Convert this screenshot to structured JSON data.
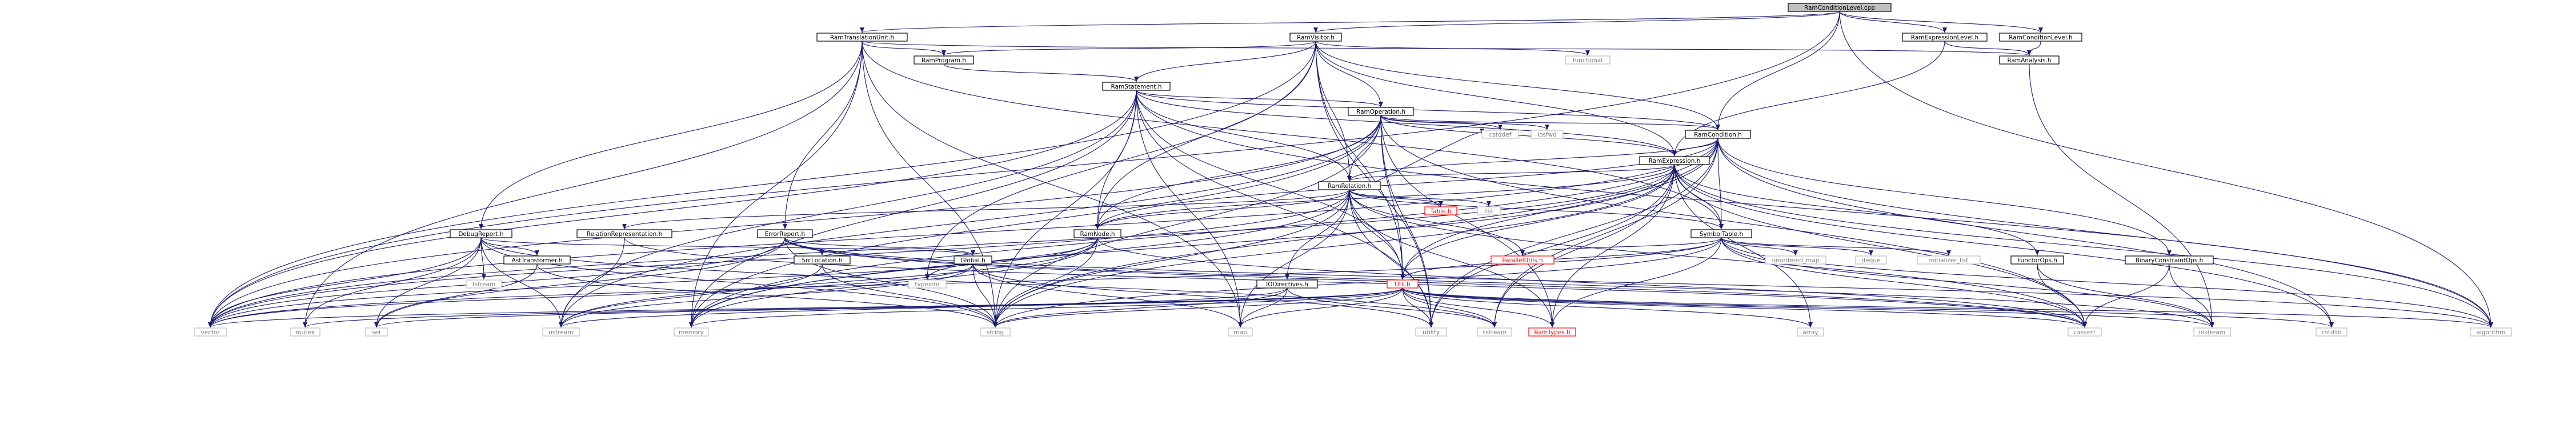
{
  "colors": {
    "edge": "#191970",
    "default_border": "#000000",
    "default_fill": "#ffffff",
    "default_text": "#000000",
    "root_fill": "#bfbfbf",
    "std_border": "#bfbfbf",
    "std_text": "#7a7a7a",
    "truncated_border": "#ff0000",
    "truncated_text": "#ff0000"
  },
  "nodes": [
    {
      "id": "root",
      "label": "RamConditionLevel.cpp",
      "kind": "root"
    },
    {
      "id": "RamVisitor",
      "label": "RamVisitor.h",
      "kind": "default"
    },
    {
      "id": "RamTranslationUnit",
      "label": "RamTranslationUnit.h",
      "kind": "default"
    },
    {
      "id": "RamExpressionLevel",
      "label": "RamExpressionLevel.h",
      "kind": "default"
    },
    {
      "id": "RamConditionLevelH",
      "label": "RamConditionLevel.h",
      "kind": "default"
    },
    {
      "id": "RamProgram",
      "label": "RamProgram.h",
      "kind": "default"
    },
    {
      "id": "RamAnalysis",
      "label": "RamAnalysis.h",
      "kind": "default"
    },
    {
      "id": "functional",
      "label": "functional",
      "kind": "std"
    },
    {
      "id": "RamStatement",
      "label": "RamStatement.h",
      "kind": "default"
    },
    {
      "id": "RamOperation",
      "label": "RamOperation.h",
      "kind": "default"
    },
    {
      "id": "cstddef",
      "label": "cstddef",
      "kind": "std"
    },
    {
      "id": "iosfwd",
      "label": "iosfwd",
      "kind": "std"
    },
    {
      "id": "RamCondition",
      "label": "RamCondition.h",
      "kind": "default"
    },
    {
      "id": "RamExpression",
      "label": "RamExpression.h",
      "kind": "default"
    },
    {
      "id": "RamRelation",
      "label": "RamRelation.h",
      "kind": "default"
    },
    {
      "id": "DebugReport",
      "label": "DebugReport.h",
      "kind": "default"
    },
    {
      "id": "RelationRepresentation",
      "label": "RelationRepresentation.h",
      "kind": "default"
    },
    {
      "id": "ErrorReport",
      "label": "ErrorReport.h",
      "kind": "default"
    },
    {
      "id": "RamNode",
      "label": "RamNode.h",
      "kind": "default"
    },
    {
      "id": "Table",
      "label": "Table.h",
      "kind": "truncated"
    },
    {
      "id": "list",
      "label": "list",
      "kind": "std"
    },
    {
      "id": "SymbolTable",
      "label": "SymbolTable.h",
      "kind": "default"
    },
    {
      "id": "AstTransformer",
      "label": "AstTransformer.h",
      "kind": "default"
    },
    {
      "id": "fstream",
      "label": "fstream",
      "kind": "std"
    },
    {
      "id": "SrcLocation",
      "label": "SrcLocation.h",
      "kind": "default"
    },
    {
      "id": "Global",
      "label": "Global.h",
      "kind": "default"
    },
    {
      "id": "typeinfo",
      "label": "typeinfo",
      "kind": "std"
    },
    {
      "id": "IODirectives",
      "label": "IODirectives.h",
      "kind": "default"
    },
    {
      "id": "Util",
      "label": "Util.h",
      "kind": "truncated"
    },
    {
      "id": "ParallelUtils",
      "label": "ParallelUtils.h",
      "kind": "truncated"
    },
    {
      "id": "RamTypes",
      "label": "RamTypes.h",
      "kind": "truncated"
    },
    {
      "id": "unordered_map",
      "label": "unordered_map",
      "kind": "std"
    },
    {
      "id": "deque",
      "label": "deque",
      "kind": "std"
    },
    {
      "id": "initializer_list",
      "label": "initializer_list",
      "kind": "std"
    },
    {
      "id": "FunctorOps",
      "label": "FunctorOps.h",
      "kind": "default"
    },
    {
      "id": "BinaryConstraintOps",
      "label": "BinaryConstraintOps.h",
      "kind": "default"
    },
    {
      "id": "vector",
      "label": "vector",
      "kind": "std"
    },
    {
      "id": "mutex",
      "label": "mutex",
      "kind": "std"
    },
    {
      "id": "set",
      "label": "set",
      "kind": "std"
    },
    {
      "id": "ostream",
      "label": "ostream",
      "kind": "std"
    },
    {
      "id": "memory",
      "label": "memory",
      "kind": "std"
    },
    {
      "id": "string",
      "label": "string",
      "kind": "std"
    },
    {
      "id": "map",
      "label": "map",
      "kind": "std"
    },
    {
      "id": "utility",
      "label": "utility",
      "kind": "std"
    },
    {
      "id": "sstream",
      "label": "sstream",
      "kind": "std"
    },
    {
      "id": "array",
      "label": "array",
      "kind": "std"
    },
    {
      "id": "cassert",
      "label": "cassert",
      "kind": "std"
    },
    {
      "id": "iostream",
      "label": "iostream",
      "kind": "std"
    },
    {
      "id": "cstdlib",
      "label": "cstdlib",
      "kind": "std"
    },
    {
      "id": "algorithm",
      "label": "algorithm",
      "kind": "std"
    }
  ],
  "edges": [
    [
      "root",
      "RamVisitor"
    ],
    [
      "root",
      "RamTranslationUnit"
    ],
    [
      "root",
      "RamExpressionLevel"
    ],
    [
      "root",
      "RamConditionLevelH"
    ],
    [
      "root",
      "RamCondition"
    ],
    [
      "root",
      "vector"
    ],
    [
      "root",
      "algorithm"
    ],
    [
      "RamTranslationUnit",
      "RamProgram"
    ],
    [
      "RamTranslationUnit",
      "RamAnalysis"
    ],
    [
      "RamTranslationUnit",
      "DebugReport"
    ],
    [
      "RamTranslationUnit",
      "ErrorReport"
    ],
    [
      "RamTranslationUnit",
      "SymbolTable"
    ],
    [
      "RamTranslationUnit",
      "map"
    ],
    [
      "RamTranslationUnit",
      "memory"
    ],
    [
      "RamTranslationUnit",
      "string"
    ],
    [
      "RamTranslationUnit",
      "mutex"
    ],
    [
      "RamVisitor",
      "RamProgram"
    ],
    [
      "RamVisitor",
      "functional"
    ],
    [
      "RamVisitor",
      "RamStatement"
    ],
    [
      "RamVisitor",
      "RamOperation"
    ],
    [
      "RamVisitor",
      "RamCondition"
    ],
    [
      "RamVisitor",
      "RamExpression"
    ],
    [
      "RamVisitor",
      "RamRelation"
    ],
    [
      "RamVisitor",
      "RamNode"
    ],
    [
      "RamVisitor",
      "typeinfo"
    ],
    [
      "RamVisitor",
      "Util"
    ],
    [
      "RamVisitor",
      "vector"
    ],
    [
      "RamVisitor",
      "utility"
    ],
    [
      "RamExpressionLevel",
      "RamAnalysis"
    ],
    [
      "RamExpressionLevel",
      "RamExpression"
    ],
    [
      "RamConditionLevelH",
      "RamAnalysis"
    ],
    [
      "RamAnalysis",
      "iostream"
    ],
    [
      "RamProgram",
      "RamStatement"
    ],
    [
      "RamStatement",
      "RamOperation"
    ],
    [
      "RamStatement",
      "RamCondition"
    ],
    [
      "RamStatement",
      "RamExpression"
    ],
    [
      "RamStatement",
      "RamRelation"
    ],
    [
      "RamStatement",
      "RamNode"
    ],
    [
      "RamStatement",
      "Util"
    ],
    [
      "RamStatement",
      "algorithm"
    ],
    [
      "RamStatement",
      "vector"
    ],
    [
      "RamStatement",
      "ostream"
    ],
    [
      "RamStatement",
      "memory"
    ],
    [
      "RamStatement",
      "string"
    ],
    [
      "RamStatement",
      "utility"
    ],
    [
      "RamStatement",
      "map"
    ],
    [
      "RamOperation",
      "cstddef"
    ],
    [
      "RamOperation",
      "iosfwd"
    ],
    [
      "RamOperation",
      "RamCondition"
    ],
    [
      "RamOperation",
      "RamExpression"
    ],
    [
      "RamOperation",
      "RamRelation"
    ],
    [
      "RamOperation",
      "RamNode"
    ],
    [
      "RamOperation",
      "RamTypes"
    ],
    [
      "RamOperation",
      "Util"
    ],
    [
      "RamOperation",
      "cassert"
    ],
    [
      "RamOperation",
      "memory"
    ],
    [
      "RamOperation",
      "string"
    ],
    [
      "RamOperation",
      "utility"
    ],
    [
      "RamOperation",
      "vector"
    ],
    [
      "RamOperation",
      "ostream"
    ],
    [
      "RamCondition",
      "RamExpression"
    ],
    [
      "RamCondition",
      "RamRelation"
    ],
    [
      "RamCondition",
      "RamNode"
    ],
    [
      "RamCondition",
      "SymbolTable"
    ],
    [
      "RamCondition",
      "BinaryConstraintOps"
    ],
    [
      "RamCondition",
      "Util"
    ],
    [
      "RamCondition",
      "algorithm"
    ],
    [
      "RamCondition",
      "cstdlib"
    ],
    [
      "RamCondition",
      "memory"
    ],
    [
      "RamCondition",
      "sstream"
    ],
    [
      "RamCondition",
      "string"
    ],
    [
      "RamCondition",
      "utility"
    ],
    [
      "RamCondition",
      "vector"
    ],
    [
      "RamExpression",
      "RamRelation"
    ],
    [
      "RamExpression",
      "RamNode"
    ],
    [
      "RamExpression",
      "SymbolTable"
    ],
    [
      "RamExpression",
      "FunctorOps"
    ],
    [
      "RamExpression",
      "RamTypes"
    ],
    [
      "RamExpression",
      "Util"
    ],
    [
      "RamExpression",
      "algorithm"
    ],
    [
      "RamExpression",
      "array"
    ],
    [
      "RamExpression",
      "cassert"
    ],
    [
      "RamExpression",
      "cstdlib"
    ],
    [
      "RamExpression",
      "memory"
    ],
    [
      "RamExpression",
      "sstream"
    ],
    [
      "RamExpression",
      "string"
    ],
    [
      "RamExpression",
      "utility"
    ],
    [
      "RamExpression",
      "vector"
    ],
    [
      "RamRelation",
      "RelationRepresentation"
    ],
    [
      "RamRelation",
      "RamNode"
    ],
    [
      "RamRelation",
      "Table"
    ],
    [
      "RamRelation",
      "list"
    ],
    [
      "RamRelation",
      "SymbolTable"
    ],
    [
      "RamRelation",
      "IODirectives"
    ],
    [
      "RamRelation",
      "Util"
    ],
    [
      "RamRelation",
      "ParallelUtils"
    ],
    [
      "RamRelation",
      "RamTypes"
    ],
    [
      "RamRelation",
      "cassert"
    ],
    [
      "RamRelation",
      "cstddef"
    ],
    [
      "RamRelation",
      "map"
    ],
    [
      "RamRelation",
      "memory"
    ],
    [
      "RamRelation",
      "string"
    ],
    [
      "RamRelation",
      "utility"
    ],
    [
      "RamRelation",
      "vector"
    ],
    [
      "DebugReport",
      "AstTransformer"
    ],
    [
      "DebugReport",
      "fstream"
    ],
    [
      "DebugReport",
      "ostream"
    ],
    [
      "DebugReport",
      "set"
    ],
    [
      "DebugReport",
      "sstream"
    ],
    [
      "DebugReport",
      "string"
    ],
    [
      "DebugReport",
      "vector"
    ],
    [
      "DebugReport",
      "mutex"
    ],
    [
      "DebugReport",
      "Global"
    ],
    [
      "AstTransformer",
      "set"
    ],
    [
      "AstTransformer",
      "string"
    ],
    [
      "RelationRepresentation",
      "ostream"
    ],
    [
      "RelationRepresentation",
      "cassert"
    ],
    [
      "ErrorReport",
      "SrcLocation"
    ],
    [
      "ErrorReport",
      "Global"
    ],
    [
      "ErrorReport",
      "algorithm"
    ],
    [
      "ErrorReport",
      "cassert"
    ],
    [
      "ErrorReport",
      "iostream"
    ],
    [
      "ErrorReport",
      "set"
    ],
    [
      "ErrorReport",
      "string"
    ],
    [
      "ErrorReport",
      "vector"
    ],
    [
      "SrcLocation",
      "ostream"
    ],
    [
      "SrcLocation",
      "string"
    ],
    [
      "Global",
      "map"
    ],
    [
      "Global",
      "string"
    ],
    [
      "Global",
      "utility"
    ],
    [
      "Global",
      "vector"
    ],
    [
      "Global",
      "ostream"
    ],
    [
      "RamNode",
      "typeinfo"
    ],
    [
      "RamNode",
      "vector"
    ],
    [
      "RamNode",
      "memory"
    ],
    [
      "RamNode",
      "ostream"
    ],
    [
      "RamNode",
      "cassert"
    ],
    [
      "RamNode",
      "string"
    ],
    [
      "SymbolTable",
      "ParallelUtils"
    ],
    [
      "SymbolTable",
      "RamTypes"
    ],
    [
      "SymbolTable",
      "Util"
    ],
    [
      "SymbolTable",
      "unordered_map"
    ],
    [
      "SymbolTable",
      "deque"
    ],
    [
      "SymbolTable",
      "initializer_list"
    ],
    [
      "SymbolTable",
      "cassert"
    ],
    [
      "SymbolTable",
      "iostream"
    ],
    [
      "SymbolTable",
      "string"
    ],
    [
      "SymbolTable",
      "vector"
    ],
    [
      "SymbolTable",
      "algorithm"
    ],
    [
      "IODirectives",
      "map"
    ],
    [
      "IODirectives",
      "sstream"
    ],
    [
      "IODirectives",
      "string"
    ],
    [
      "IODirectives",
      "ostream"
    ],
    [
      "Util",
      "vector"
    ],
    [
      "Util",
      "mutex"
    ],
    [
      "Util",
      "set"
    ],
    [
      "Util",
      "memory"
    ],
    [
      "Util",
      "string"
    ],
    [
      "Util",
      "map"
    ],
    [
      "Util",
      "utility"
    ],
    [
      "Util",
      "sstream"
    ],
    [
      "Util",
      "array"
    ],
    [
      "Util",
      "RamTypes"
    ],
    [
      "Util",
      "cassert"
    ],
    [
      "Util",
      "iostream"
    ],
    [
      "Util",
      "cstdlib"
    ],
    [
      "Util",
      "algorithm"
    ],
    [
      "FunctorOps",
      "cassert"
    ],
    [
      "FunctorOps",
      "iostream"
    ],
    [
      "BinaryConstraintOps",
      "cassert"
    ],
    [
      "BinaryConstraintOps",
      "iostream"
    ]
  ]
}
